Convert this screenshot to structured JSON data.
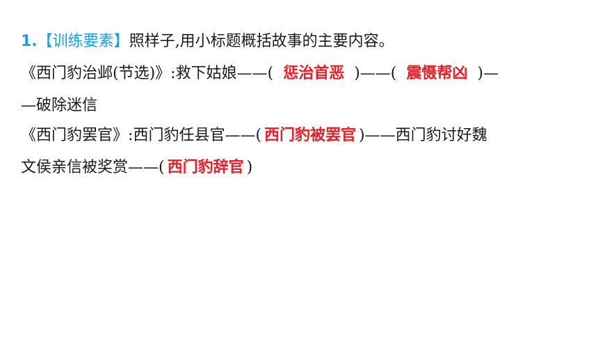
{
  "question": {
    "number": "1.",
    "tag": "【训练要素】",
    "prompt": "照样子,用小标题概括故事的主要内容。"
  },
  "story1": {
    "title": "《西门豹治邺(节选)》",
    "sep": ":",
    "part1": "救下姑娘——(",
    "blank1": "惩治首恶",
    "part2": ")——(",
    "blank2": "震慑帮凶",
    "part3": ")—",
    "part4": "—破除迷信"
  },
  "story2": {
    "title": "《西门豹罢官》",
    "sep": ":",
    "part1": "西门豹任县官——(",
    "blank1": "西门豹被罢官",
    "part2": ")——西门豹讨好魏",
    "part3": "文侯亲信被奖赏——(",
    "blank2": "西门豹辞官",
    "part4": ")"
  },
  "colors": {
    "accent": "#1aa0e0",
    "answer": "#e8202a",
    "text": "#1a1a1a"
  }
}
